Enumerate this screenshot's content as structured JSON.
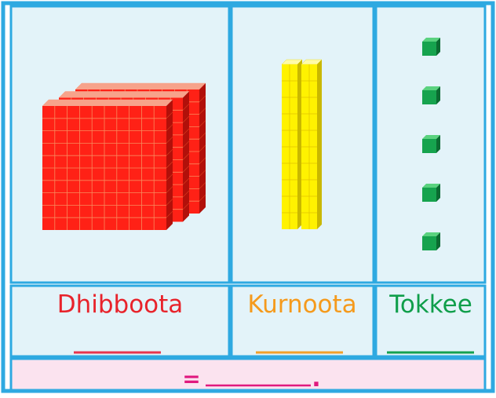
{
  "columns": [
    {
      "label": "Dhibboota",
      "color": "#e8232b",
      "line_color": "#e8354d"
    },
    {
      "label": "Kurnoota",
      "color": "#f59a1c",
      "line_color": "#f2a02a"
    },
    {
      "label": "Tokkee",
      "color": "#0f9e4a",
      "line_color": "#14a150"
    }
  ],
  "blocks": {
    "hundreds": 3,
    "tens": 2,
    "ones": 5
  },
  "answer": {
    "equals": "=",
    "dot": "."
  },
  "colors": {
    "border": "#2ea9e1",
    "panel_bg": "#e3f3f9",
    "answer_bg": "#fbe3ef",
    "answer_text": "#e0197f",
    "hundred_face": "#ff2116",
    "hundred_top": "#f7a38b",
    "hundred_side": "#b1100a",
    "ten_face": "#fff200",
    "ten_top": "#fffca8",
    "ten_side": "#c9b800",
    "one_face": "#16a34e",
    "one_top": "#5ad27f",
    "one_side": "#0b6b31"
  }
}
